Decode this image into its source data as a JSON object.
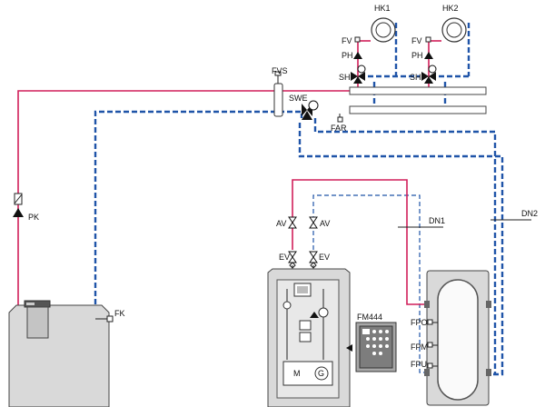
{
  "colors": {
    "flow": "#d11f5a",
    "return": "#1f54a8",
    "device_fill": "#d9d9d9",
    "device_dark": "#8c8c8c"
  },
  "icons": [
    "pump-icon",
    "mixing-valve-icon",
    "temperature-sensor-icon",
    "shutoff-valve-icon",
    "safety-valve-icon",
    "hydraulic-switch-icon",
    "radiator-icon",
    "boiler-icon",
    "storage-tank-icon",
    "module-icon"
  ],
  "labels": {
    "hk1": "HK1",
    "hk2": "HK2",
    "fv1": "FV",
    "fv2": "FV",
    "ph1": "PH",
    "ph2": "PH",
    "sh1": "SH",
    "sh2": "SH",
    "fvs": "FVS",
    "swe": "SWE",
    "far": "FAR",
    "pk": "PK",
    "fk": "FK",
    "av1": "AV",
    "av2": "AV",
    "ev1": "EV",
    "ev2": "EV",
    "dn1": "DN1",
    "dn2": "DN2",
    "fm444": "FM444",
    "fpo": "FPO",
    "fpm": "FPM",
    "fpu": "FPU",
    "motor": "M",
    "generator": "G"
  }
}
